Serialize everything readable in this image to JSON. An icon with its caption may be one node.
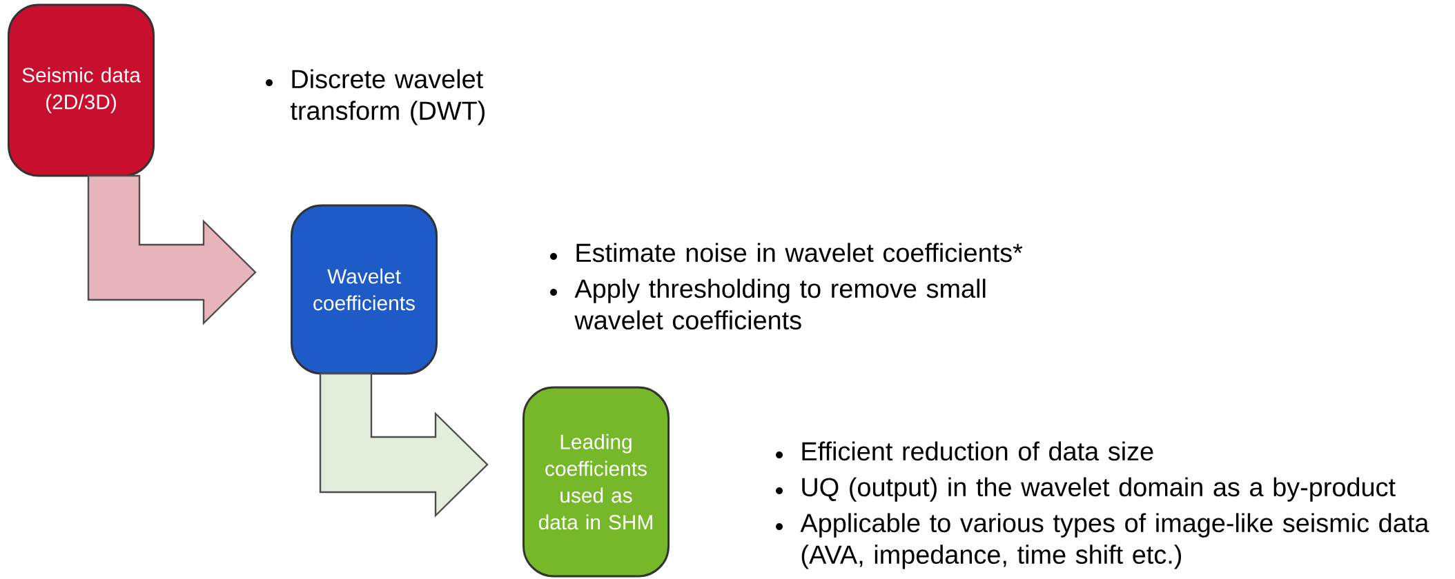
{
  "diagram": {
    "nodes": [
      {
        "text": [
          "Seismic data (2D/3D)"
        ]
      },
      {
        "text": [
          "Wavelet coefficients"
        ],
        "beside": [
          "Estimate noise in wavelet coefficients*",
          "Apply thresholding to remove small wavelet coefficients"
        ]
      },
      {
        "text": [
          "Leading coefficients used as data in SHM"
        ],
        "beside": [
          "Efficient reduction of data size",
          "UQ (output) in the wavelet domain as a by-product",
          "Applicable to various types of image-like seismic data (AVA, impedance, time shift etc.)"
        ]
      }
    ],
    "edges": [
      {
        "from": 0,
        "to": 1,
        "arrow": "to",
        "color": "#e8b4bc"
      },
      {
        "from": 1,
        "to": 2,
        "arrow": "to",
        "color": "#e4ecdc"
      }
    ],
    "labels": [
      "Discrete wavelet transform (DWT)"
    ]
  }
}
